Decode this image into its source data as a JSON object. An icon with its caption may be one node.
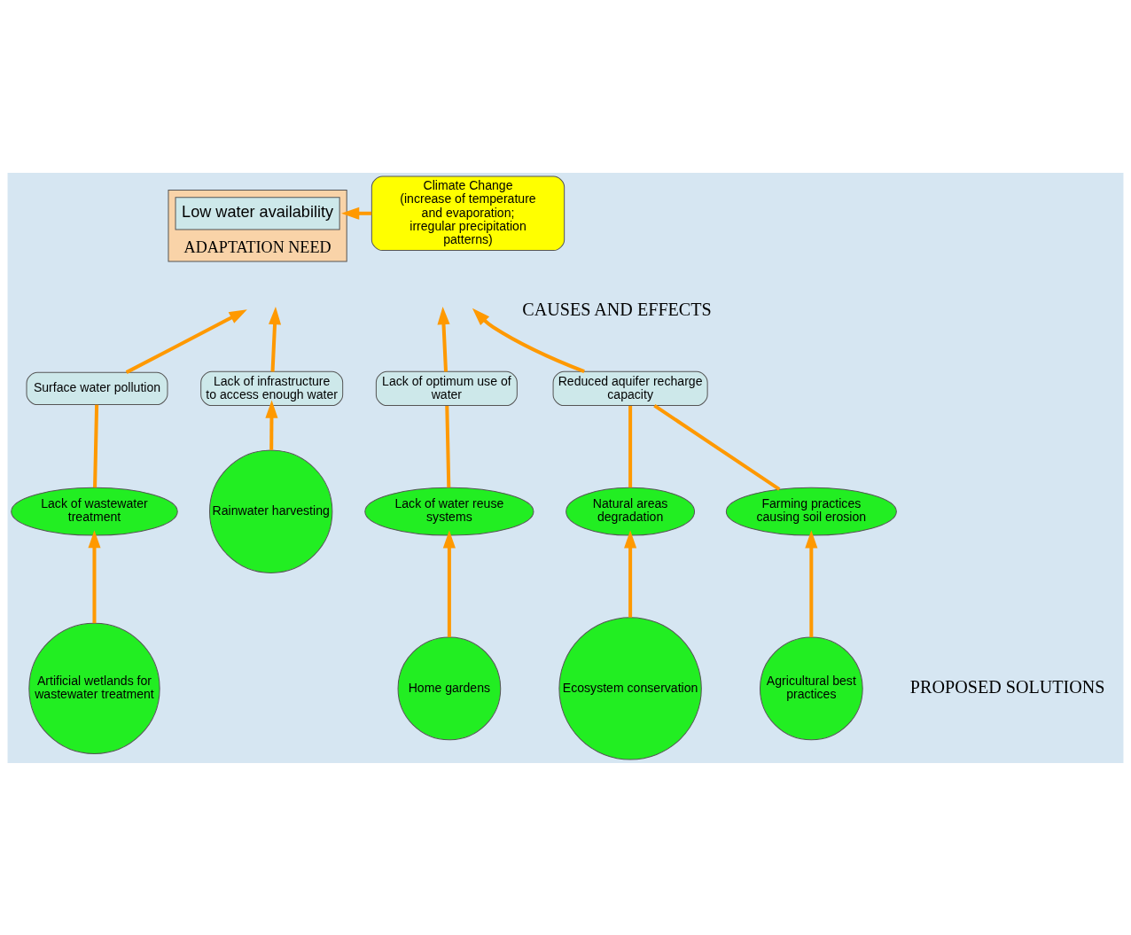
{
  "diagram": {
    "nodes": [
      {
        "text": [
          "ADAPTATION NEED"
        ]
      },
      {
        "text": [
          "Low water availability"
        ],
        "in": 0
      },
      {
        "text": [
          "Climate Change",
          "(increase of temperature and evaporation; irregular precipitation patterns)"
        ]
      },
      {
        "text": [
          "Lack of optimum use of water"
        ]
      },
      {
        "text": [
          "Reduced aquifer recharge capacity"
        ]
      },
      {
        "text": [
          "Surface water pollution"
        ]
      },
      {
        "text": [
          "Lack of infrastructure to access enough water"
        ]
      },
      {
        "text": [
          "Lack of water reuse systems"
        ]
      },
      {
        "text": [
          "Natural areas degradation"
        ]
      },
      {
        "text": [
          "Farming practices causing soil erosion"
        ]
      },
      {
        "text": [
          "Lack of wastewater treatment"
        ]
      },
      {
        "text": [
          "Home gardens"
        ]
      },
      {
        "text": [
          "Ecosystem conservation"
        ]
      },
      {
        "text": [
          "Agricultural best practices"
        ]
      },
      {
        "text": [
          "Artificial wetlands for wastewater treatment"
        ]
      },
      {
        "text": [
          "Rainwater harvesting"
        ]
      }
    ],
    "edges": [
      {
        "from": 2,
        "to": 0,
        "arrow": "to"
      },
      {
        "from": 3,
        "to": null,
        "arrow": "to"
      },
      {
        "from": 4,
        "to": null,
        "arrow": "to"
      },
      {
        "from": 5,
        "to": null,
        "arrow": "to"
      },
      {
        "from": 6,
        "to": null,
        "arrow": "to"
      },
      {
        "from": 7,
        "to": 3,
        "arrow": "none"
      },
      {
        "from": 8,
        "to": 4,
        "arrow": "none"
      },
      {
        "from": 9,
        "to": 4,
        "arrow": "none"
      },
      {
        "from": 10,
        "to": 5,
        "arrow": "none"
      },
      {
        "from": 11,
        "to": 7,
        "arrow": "to"
      },
      {
        "from": 12,
        "to": 8,
        "arrow": "to"
      },
      {
        "from": 13,
        "to": 9,
        "arrow": "to"
      },
      {
        "from": 14,
        "to": 10,
        "arrow": "to"
      },
      {
        "from": 15,
        "to": 6,
        "arrow": "to"
      }
    ],
    "labels": [
      "CAUSES AND EFFECTS",
      "PROPOSED SOLUTIONS"
    ]
  }
}
